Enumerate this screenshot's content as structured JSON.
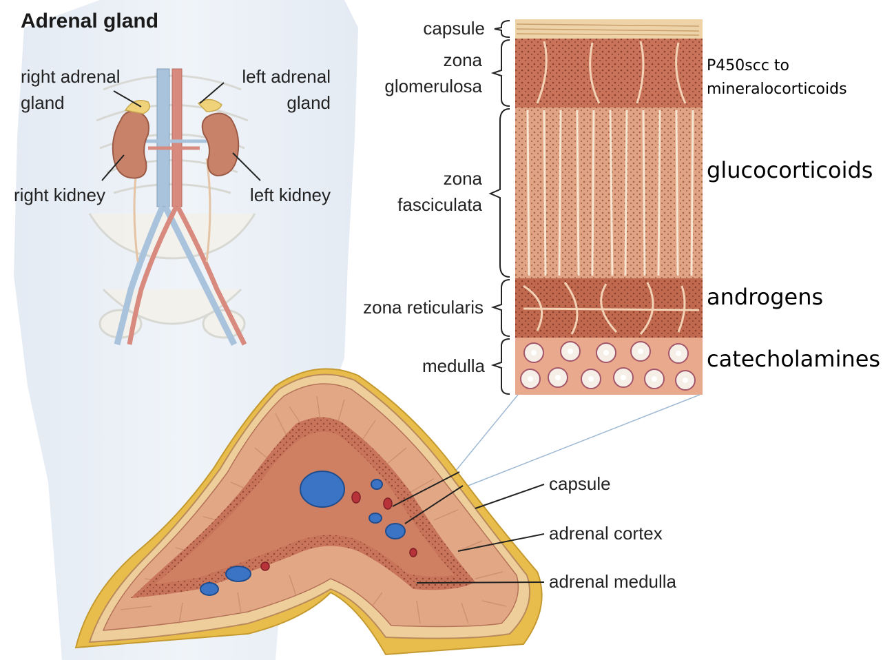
{
  "title": "Adrenal gland",
  "body_labels": {
    "right_adrenal_1": "right adrenal",
    "right_adrenal_2": "gland",
    "left_adrenal_1": "left adrenal",
    "left_adrenal_2": "gland",
    "right_kidney": "right kidney",
    "left_kidney": "left kidney"
  },
  "layer_labels": {
    "capsule": "capsule",
    "glomerulosa_1": "zona",
    "glomerulosa_2": "glomerulosa",
    "fasciculata_1": "zona",
    "fasciculata_2": "fasciculata",
    "reticularis": "zona reticularis",
    "medulla": "medulla"
  },
  "hormones": {
    "glomerulosa_1": "P450scc to",
    "glomerulosa_2": "mineralocorticoids",
    "fasciculata": "glucocorticoids",
    "reticularis": "androgens",
    "medulla": "catecholamines"
  },
  "section_labels": {
    "capsule": "capsule",
    "cortex": "adrenal cortex",
    "medulla": "adrenal medulla"
  },
  "colors": {
    "body_silhouette": "#e3eaf3",
    "kidney": "#c9826a",
    "adrenal": "#f0d27a",
    "vein": "#a9c3dc",
    "artery": "#d88a7f",
    "cortex": "#e2a886",
    "capsule": "#eecf9c",
    "reticularis": "#c8745a",
    "fat": "#e9bd4c",
    "vessel_blue": "#3b74c4",
    "vessel_red": "#b8323a"
  }
}
